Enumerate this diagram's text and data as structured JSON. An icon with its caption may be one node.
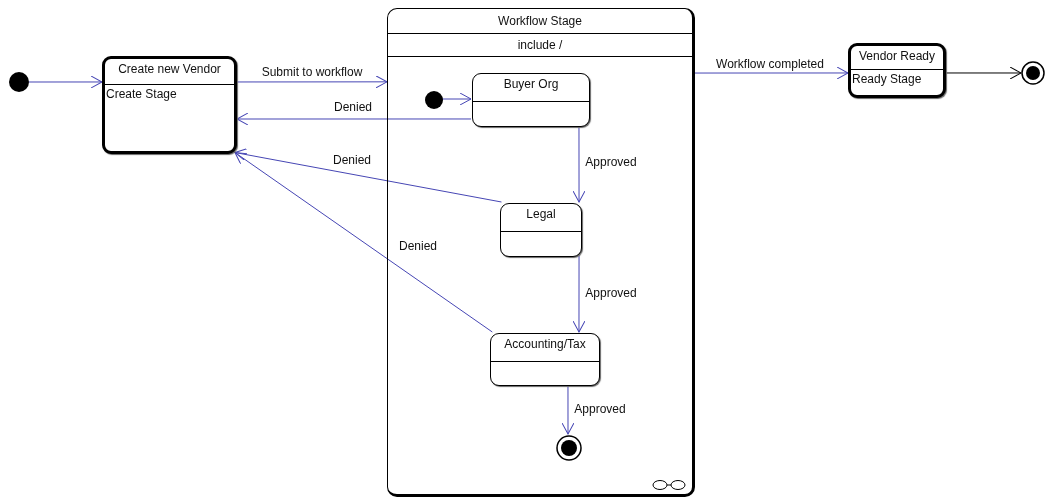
{
  "diagram": {
    "nodes": [
      {
        "text": [],
        "shape": "circle"
      },
      {
        "text": [
          "Create new Vendor",
          "Create Stage"
        ]
      },
      {
        "text": [
          "Workflow Stage",
          "include /"
        ]
      },
      {
        "text": [],
        "shape": "circle",
        "in": 2
      },
      {
        "text": [
          "Buyer Org"
        ],
        "in": 2
      },
      {
        "text": [
          "Legal"
        ],
        "in": 2
      },
      {
        "text": [
          "Accounting/Tax"
        ],
        "in": 2
      },
      {
        "text": [],
        "shape": "circle",
        "in": 2
      },
      {
        "text": [
          "Vendor Ready",
          "Ready Stage"
        ]
      },
      {
        "text": [],
        "shape": "circle"
      }
    ],
    "edges": [
      {
        "from": 0,
        "to": 1,
        "arrow": "to"
      },
      {
        "from": 1,
        "to": 2,
        "arrow": "to",
        "label": "Submit to workflow"
      },
      {
        "from": 3,
        "to": 4,
        "arrow": "to"
      },
      {
        "from": 4,
        "to": 1,
        "arrow": "to",
        "label": "Denied"
      },
      {
        "from": 4,
        "to": 5,
        "arrow": "to",
        "label": "Approved"
      },
      {
        "from": 5,
        "to": 1,
        "arrow": "to",
        "label": "Denied"
      },
      {
        "from": 5,
        "to": 6,
        "arrow": "to",
        "label": "Approved"
      },
      {
        "from": 6,
        "to": 1,
        "arrow": "to",
        "label": "Denied"
      },
      {
        "from": 6,
        "to": 7,
        "arrow": "to",
        "label": "Approved"
      },
      {
        "from": 2,
        "to": 8,
        "arrow": "to",
        "label": "Workflow completed"
      },
      {
        "from": 8,
        "to": 9,
        "arrow": "to",
        "color": "#000000"
      }
    ]
  }
}
